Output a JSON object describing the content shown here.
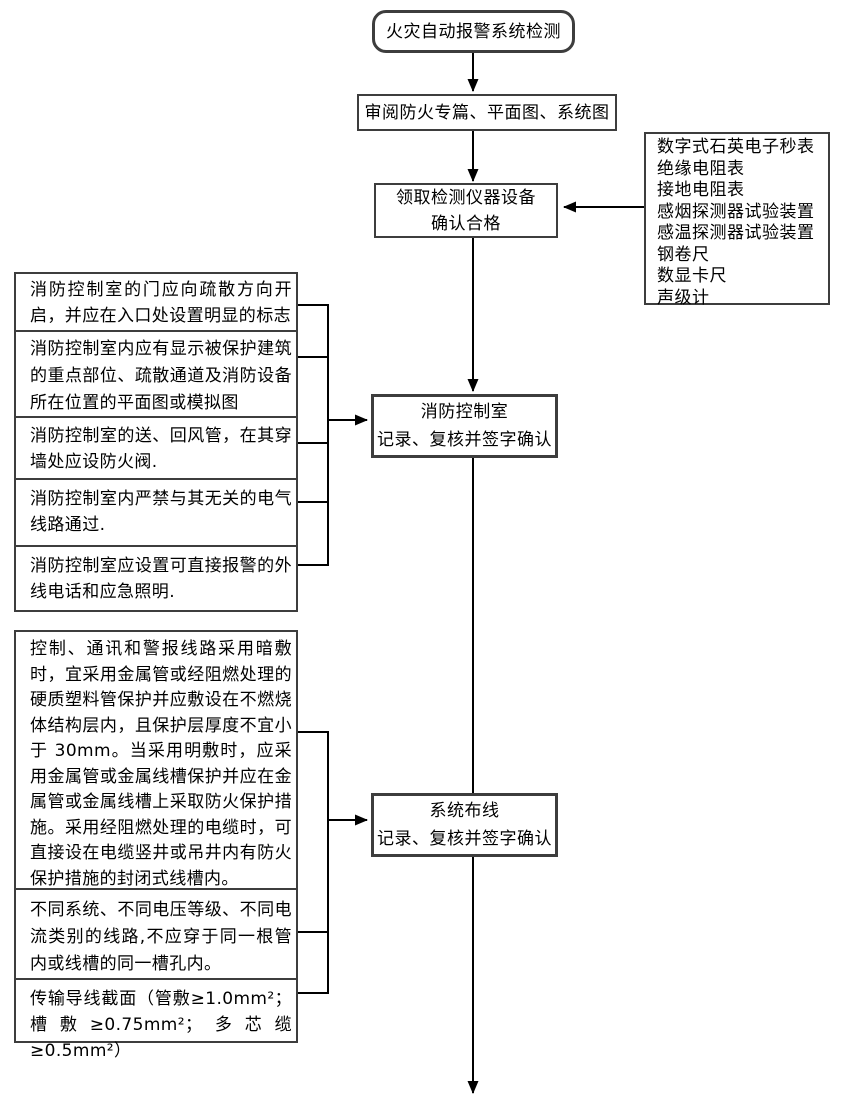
{
  "styles": {
    "background": "#ffffff",
    "box_border_color": "#3d3d3d",
    "line_color": "#000000",
    "text_color": "#000000"
  },
  "flow": {
    "start": "火灾自动报警系统检测",
    "review": "审阅防火专篇、平面图、系统图",
    "pick_equipment": {
      "line1": "领取检测仪器设备",
      "line2": "确认合格"
    },
    "equipment_list": [
      "数字式石英电子秒表",
      "绝缘电阻表",
      "接地电阻表",
      "感烟探测器试验装置",
      "感温探测器试验装置",
      "钢卷尺",
      "数显卡尺",
      "声级计"
    ],
    "control_room": {
      "requirements": [
        "消防控制室的门应向疏散方向开启，并应在入口处设置明显的标志",
        "消防控制室内应有显示被保护建筑的重点部位、疏散通道及消防设备所在位置的平面图或模拟图",
        "消防控制室的送、回风管，在其穿墙处应设防火阀.",
        "消防控制室内严禁与其无关的电气线路通过.",
        "消防控制室应设置可直接报警的外线电话和应急照明."
      ],
      "step": {
        "line1": "消防控制室",
        "line2": "记录、复核并签字确认"
      }
    },
    "wiring": {
      "requirements": [
        "控制、通讯和警报线路采用暗敷时，宜采用金属管或经阻燃处理的硬质塑料管保护并应敷设在不燃烧体结构层内，且保护层厚度不宜小于 30mm。当采用明敷时，应采用金属管或金属线槽保护并应在金属管或金属线槽上采取防火保护措施。采用经阻燃处理的电缆时，可直接设在电缆竖井或吊井内有防火保护措施的封闭式线槽内。",
        "不同系统、不同电压等级、不同电流类别的线路,不应穿于同一根管内或线槽的同一槽孔内。",
        "传输导线截面（管敷≥1.0mm²；槽敷≥0.75mm²；多芯缆≥0.5mm²）"
      ],
      "step": {
        "line1": "系统布线",
        "line2": "记录、复核并签字确认"
      }
    }
  }
}
